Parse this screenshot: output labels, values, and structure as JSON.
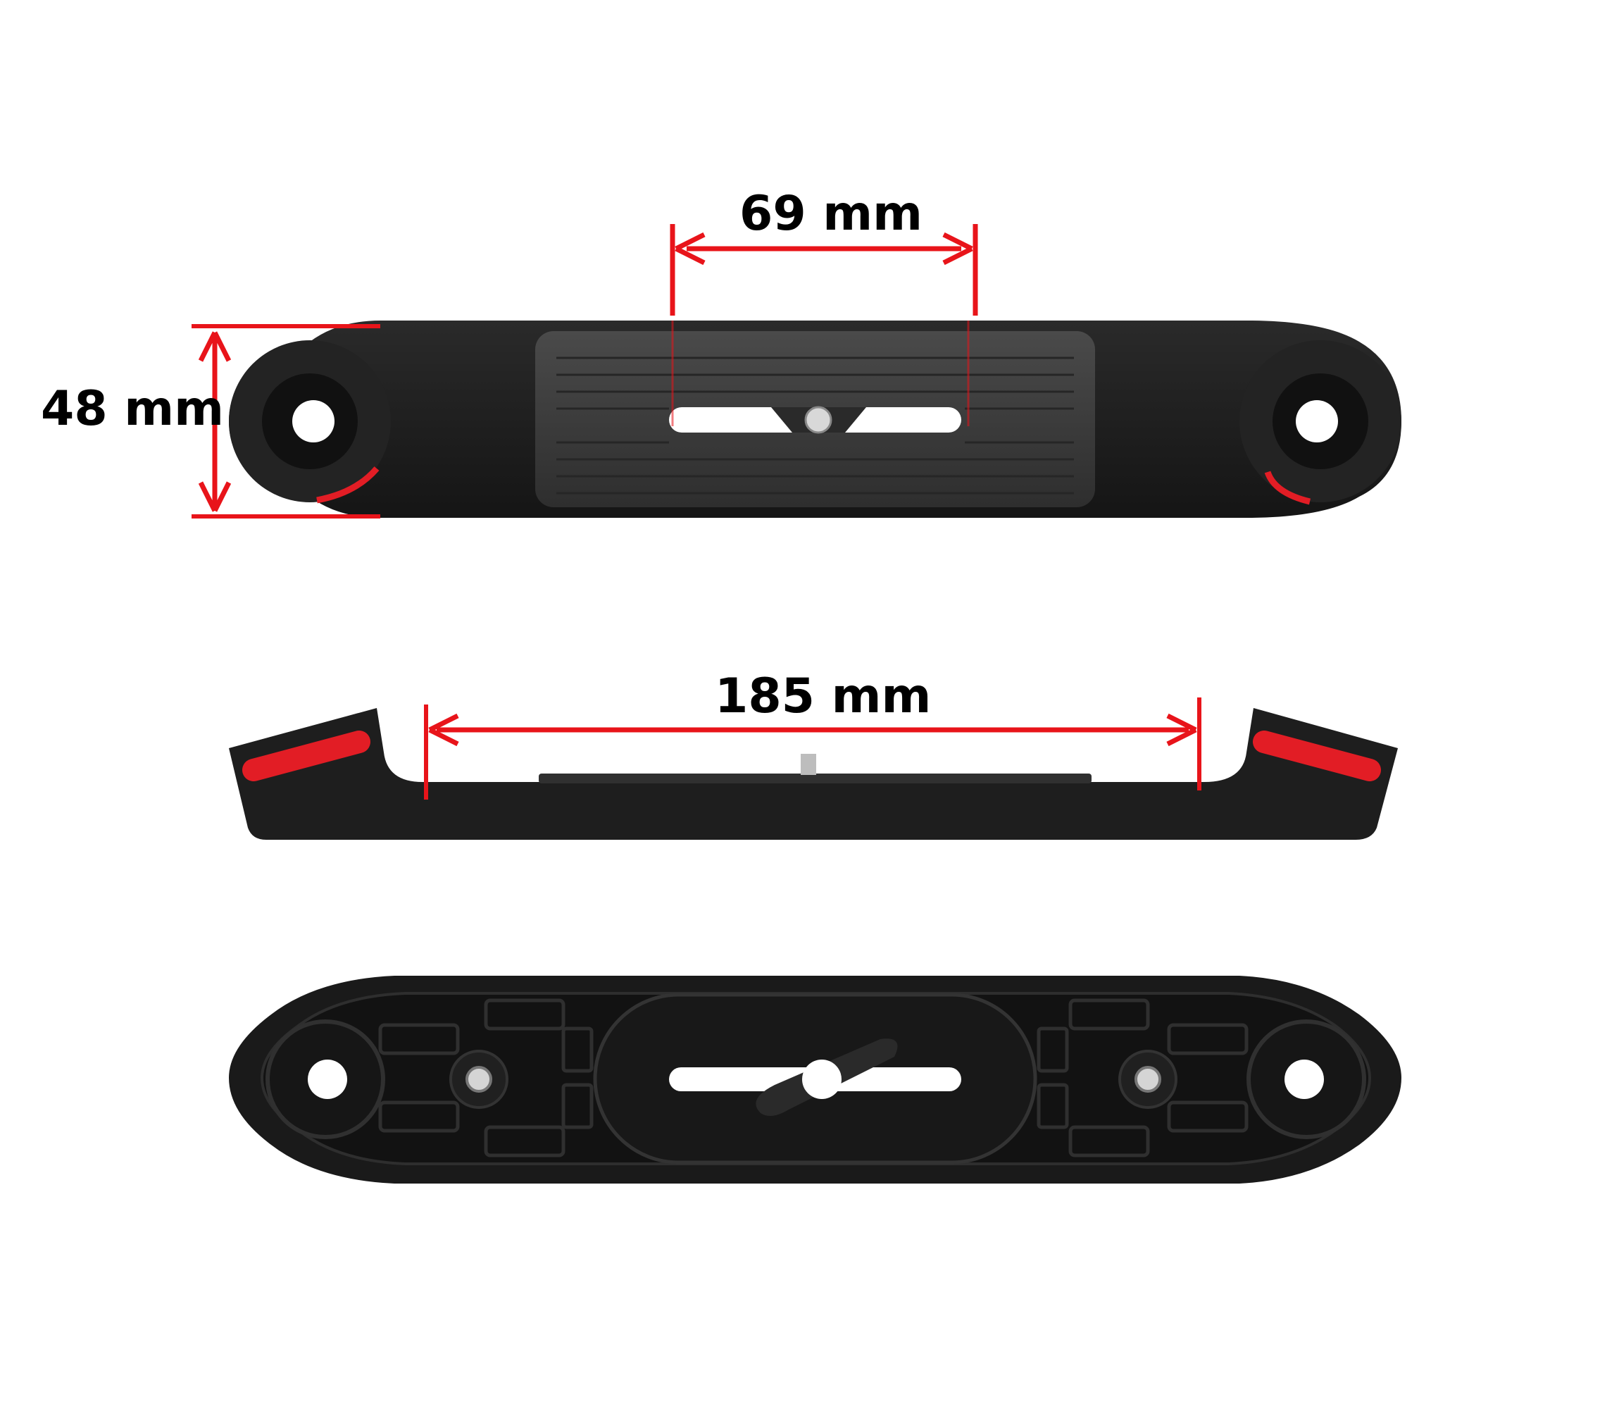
{
  "dimensions": {
    "width": "69 mm",
    "height": "48 mm",
    "length": "185 mm"
  },
  "colors": {
    "background": "#ffffff",
    "bracket_body": "#1c1c1c",
    "bracket_plate": "#3a3a3a",
    "dimension_line": "#e8141a",
    "accent_red": "#e21d25",
    "label_text": "#000000"
  }
}
